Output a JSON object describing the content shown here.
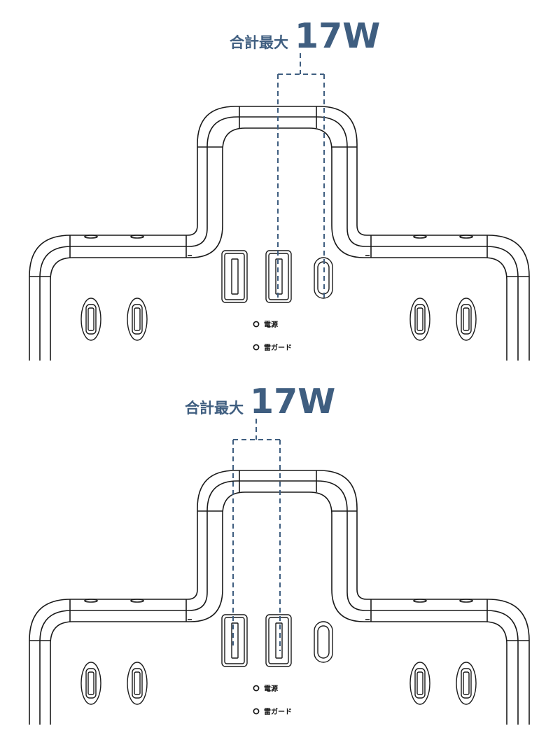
{
  "colors": {
    "accent": "#3f5e80",
    "outline": "#1a1a1a",
    "background": "#ffffff"
  },
  "panels": [
    {
      "label_prefix": "合計最大",
      "label_value": "17W",
      "highlighted_ports": [
        "usb-a-2",
        "usb-c"
      ],
      "indicators": [
        {
          "text": "電源",
          "icon": "led-icon"
        },
        {
          "text": "雷ガード",
          "icon": "led-icon"
        }
      ]
    },
    {
      "label_prefix": "合計最大",
      "label_value": "17W",
      "highlighted_ports": [
        "usb-a-1",
        "usb-a-2"
      ],
      "indicators": [
        {
          "text": "電源",
          "icon": "led-icon"
        },
        {
          "text": "雷ガード",
          "icon": "led-icon"
        }
      ]
    }
  ]
}
